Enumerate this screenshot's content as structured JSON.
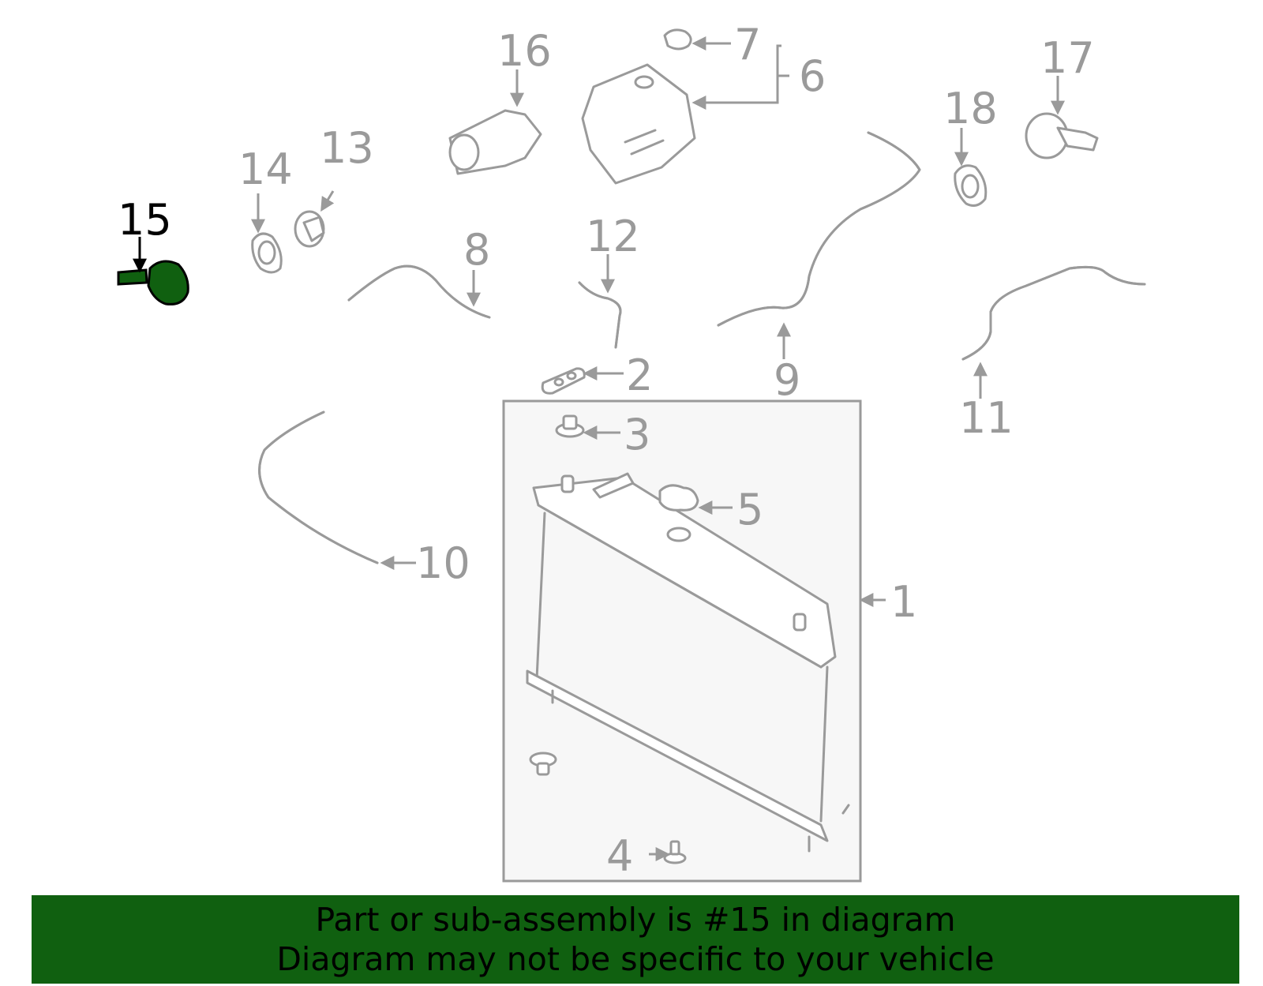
{
  "callouts": {
    "c1": "1",
    "c2": "2",
    "c3": "3",
    "c4": "4",
    "c5": "5",
    "c6": "6",
    "c7": "7",
    "c8": "8",
    "c9": "9",
    "c10": "10",
    "c11": "11",
    "c12": "12",
    "c13": "13",
    "c14": "14",
    "c15": "15",
    "c16": "16",
    "c17": "17",
    "c18": "18"
  },
  "highlight": {
    "part": "15",
    "color": "#106010"
  },
  "banner": {
    "line1": "Part or sub-assembly is #15 in diagram",
    "line2": "Diagram may not be specific to your vehicle",
    "color": "#106010"
  }
}
